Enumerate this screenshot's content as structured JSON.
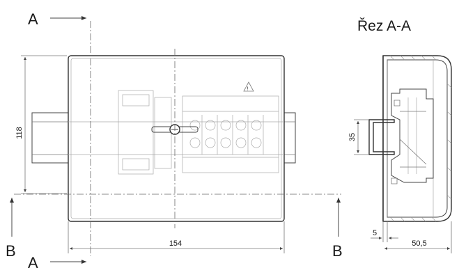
{
  "section_title": "Řez A-A",
  "markers": {
    "a_top": "A",
    "a_bottom": "A",
    "b_left": "B",
    "b_right": "B"
  },
  "dimensions": {
    "height_118": "118",
    "width_154": "154",
    "rail_35": "35",
    "offset_5": "5",
    "depth_50_5": "50,5"
  },
  "colors": {
    "line": "#333333",
    "background": "#ffffff"
  }
}
